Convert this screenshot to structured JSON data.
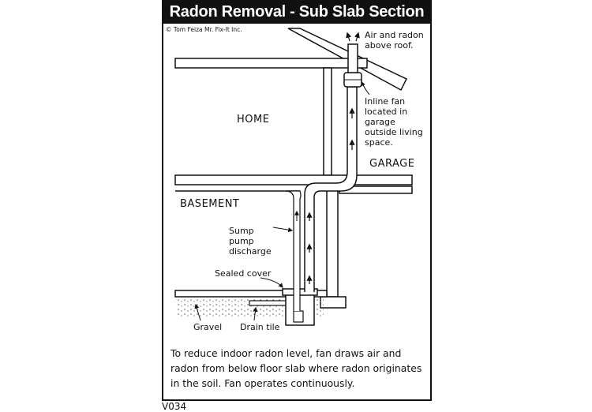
{
  "title": "Radon Removal - Sub Slab Section",
  "copyright": "© Tom Feiza Mr. Fix-It Inc.",
  "labels": {
    "air_radon": "Air and radon above roof.",
    "inline_fan": "Inline fan located in garage outside living space.",
    "home": "HOME",
    "garage": "GARAGE",
    "basement": "BASEMENT",
    "sump_discharge": "Sump pump discharge",
    "sealed_cover": "Sealed cover",
    "gravel": "Gravel",
    "drain_tile": "Drain tile"
  },
  "caption": "To reduce indoor radon level, fan draws air and radon from below floor slab where radon originates in the soil.  Fan operates continuously.",
  "code": "V034"
}
